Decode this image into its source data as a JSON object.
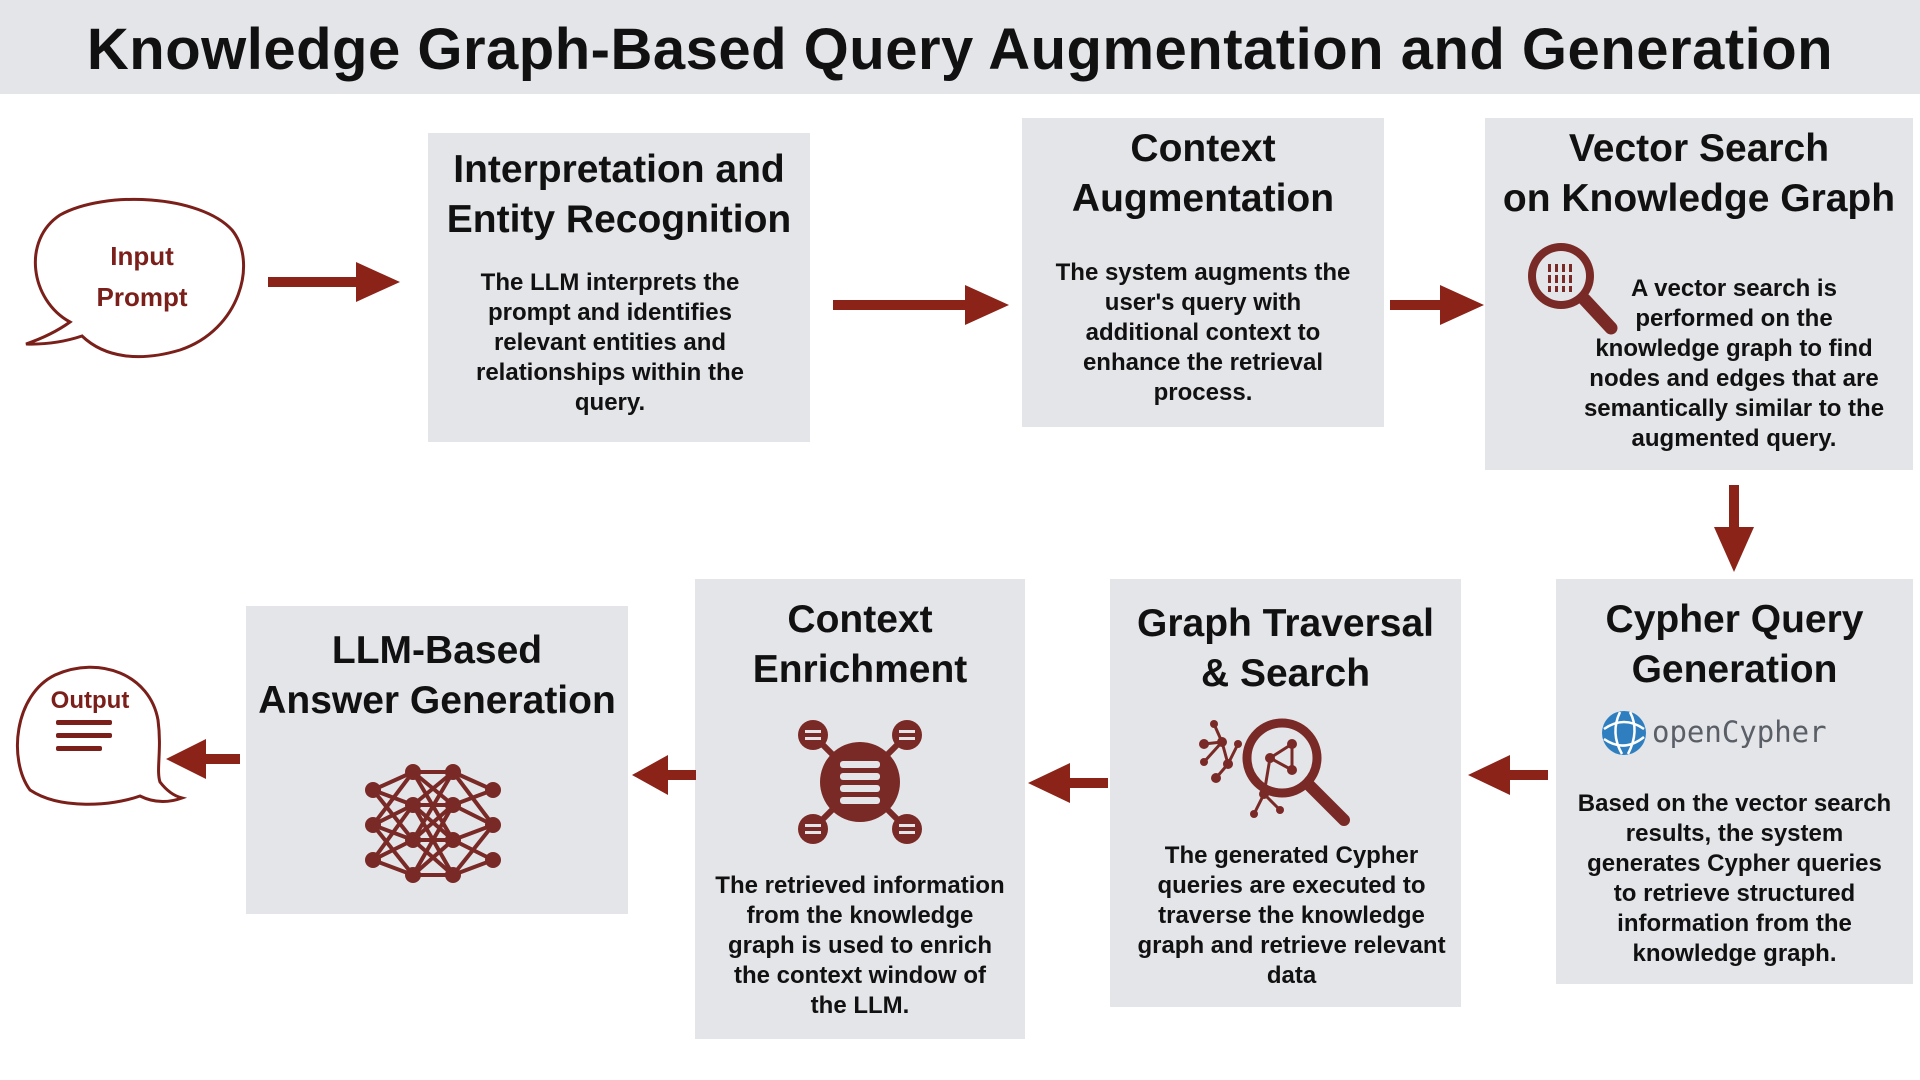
{
  "title": "Knowledge Graph-Based Query Augmentation and Generation",
  "input": {
    "label_line1": "Input",
    "label_line2": "Prompt"
  },
  "output": {
    "label": "Output"
  },
  "steps": [
    {
      "title_line1": "Interpretation and",
      "title_line2": "Entity Recognition",
      "desc_lines": [
        "The LLM interprets the",
        "prompt and identifies",
        "relevant entities and",
        "relationships within the",
        "query."
      ]
    },
    {
      "title_line1": "Context",
      "title_line2": "Augmentation",
      "desc_lines": [
        "The system augments the",
        "user's query with",
        "additional context to",
        "enhance the retrieval",
        "process."
      ]
    },
    {
      "title_line1": "Vector Search",
      "title_line2": "on Knowledge Graph",
      "desc_lines": [
        "A vector search is",
        "performed on the",
        "knowledge graph to find",
        "nodes and edges that are",
        "semantically similar to the",
        "augmented query."
      ]
    },
    {
      "title_line1": "Cypher Query",
      "title_line2": "Generation",
      "logo_text": "openCypher",
      "desc_lines": [
        "Based on the vector search",
        "results, the system",
        "generates Cypher queries",
        "to retrieve structured",
        "information from the",
        "knowledge graph."
      ]
    },
    {
      "title_line1": "Graph Traversal",
      "title_line2": "& Search",
      "desc_lines": [
        "The generated Cypher",
        "queries are executed to",
        "traverse the knowledge",
        "graph and retrieve relevant",
        "data"
      ]
    },
    {
      "title_line1": "Context",
      "title_line2": "Enrichment",
      "desc_lines": [
        "The retrieved information",
        "from the knowledge",
        "graph is used to enrich",
        "the context window of",
        "the LLM."
      ]
    },
    {
      "title_line1": "LLM-Based",
      "title_line2": "Answer Generation"
    }
  ],
  "colors": {
    "accent": "#8b2318",
    "box": "#e4e5e9",
    "banner": "#e4e5e9",
    "text": "#111111",
    "icon": "#7a2a26"
  },
  "icons": {
    "step3": "magnifier-grid-icon",
    "step4": "opencypher-globe-icon",
    "step5": "graph-magnifier-icon",
    "step6": "database-network-icon",
    "step7": "neural-network-icon"
  }
}
